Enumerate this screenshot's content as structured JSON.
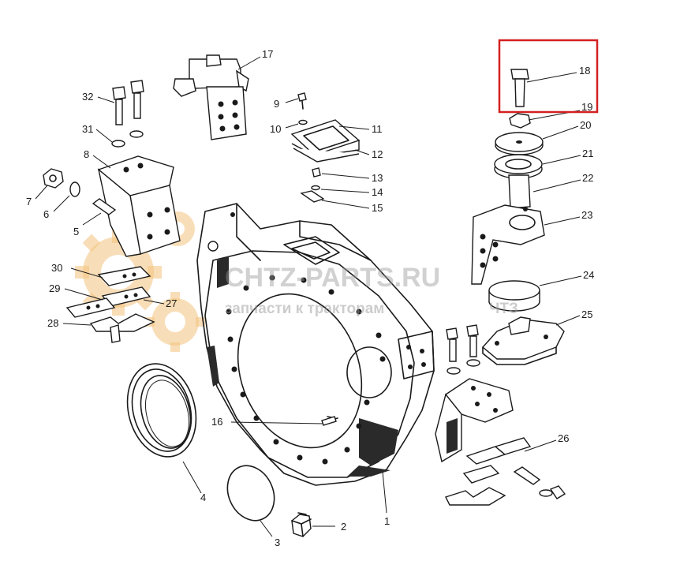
{
  "watermark": {
    "brand": "CHTZ-PARTS.RU",
    "tagline": "запчасти к тракторам",
    "mark": "ЧТЗ"
  },
  "callouts": [
    "1",
    "2",
    "3",
    "4",
    "5",
    "6",
    "7",
    "8",
    "9",
    "10",
    "11",
    "12",
    "13",
    "14",
    "15",
    "16",
    "17",
    "18",
    "19",
    "20",
    "21",
    "22",
    "23",
    "24",
    "25",
    "26",
    "27",
    "28",
    "29",
    "30",
    "31",
    "32"
  ],
  "highlight": {
    "callout": "18",
    "color": "#d42020"
  }
}
